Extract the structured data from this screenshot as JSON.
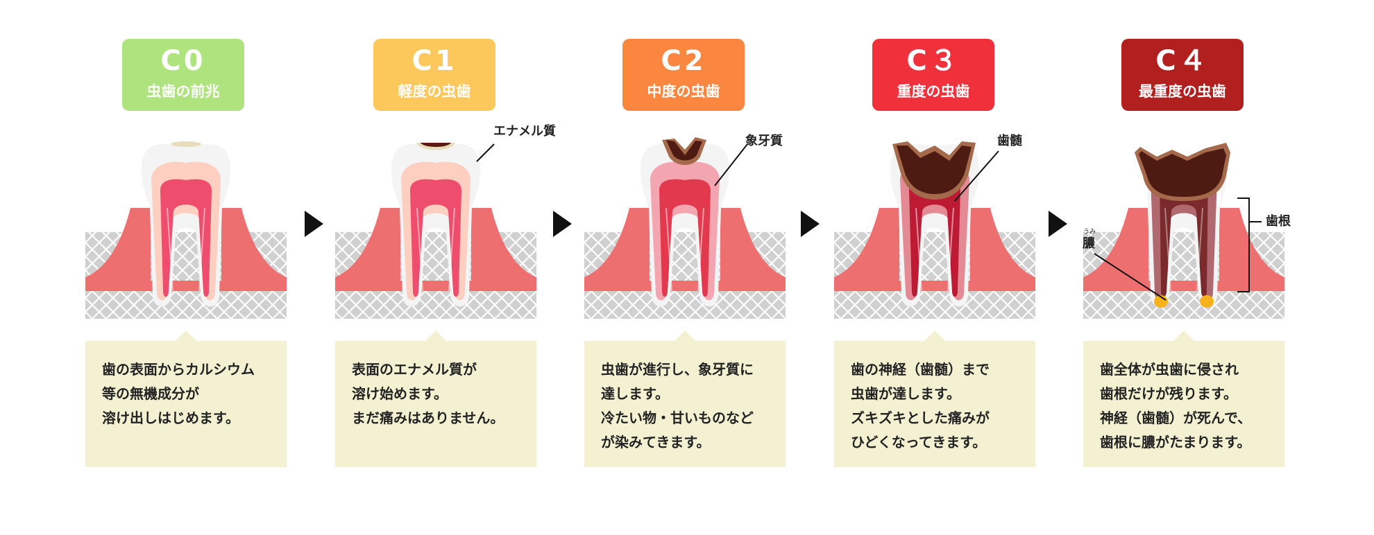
{
  "stages": [
    {
      "code": "C0",
      "name": "虫歯の前兆",
      "color": "#aee37e",
      "description": [
        "歯の表面からカルシウム",
        "等の無機成分が",
        "溶け出しはじめます。"
      ]
    },
    {
      "code": "C1",
      "name": "軽度の虫歯",
      "color": "#fdc85b",
      "description": [
        "表面のエナメル質が",
        "溶け始めます。",
        "まだ痛みはありません。"
      ]
    },
    {
      "code": "C2",
      "name": "中度の虫歯",
      "color": "#fa8640",
      "description": [
        "虫歯が進行し、象牙質に",
        "達します。",
        "冷たい物・甘いものなど",
        "が染みてきます。"
      ]
    },
    {
      "code": "C３",
      "name": "重度の虫歯",
      "color": "#f0303b",
      "description": [
        "歯の神経（歯髄）まで",
        "虫歯が達します。",
        "ズキズキとした痛みが",
        "ひどくなってきます。"
      ]
    },
    {
      "code": "C４",
      "name": "最重度の虫歯",
      "color": "#b11f1f",
      "description": [
        "歯全体が虫歯に侵され",
        "歯根だけが残ります。",
        "神経（歯髄）が死んで、",
        "歯根に膿がたまります。"
      ]
    }
  ],
  "labels": {
    "enamel": "エナメル質",
    "dentin": "象牙質",
    "pulp": "歯髄",
    "root": "歯根",
    "pus": "膿",
    "pus_reading": "うみ"
  },
  "colors": {
    "box_background": "#f3f1d2",
    "gum": "#ee6f6f",
    "bone": "#d0d0d0",
    "enamel": "#f4f4f4",
    "dentin": "#fccfc0",
    "pulp": "#ef4d6e",
    "decay": "#5a1a10",
    "pus": "#f7b21b"
  }
}
